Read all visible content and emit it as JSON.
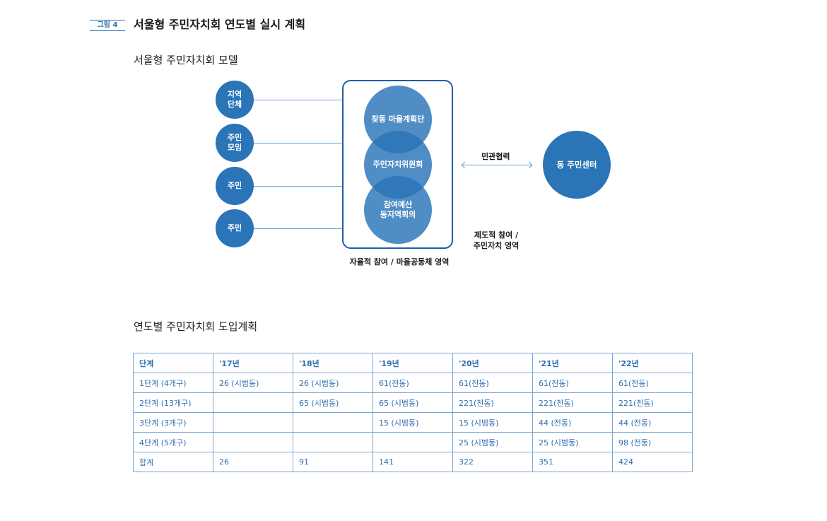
{
  "figure": {
    "badge": "그림 4",
    "title": "서울형 주민자치회 연도별 실시 계획"
  },
  "model": {
    "title": "서울형 주민자치회 모델",
    "left_nodes": [
      "지역\n단체",
      "주민\n모임",
      "주민",
      "주민"
    ],
    "stack": [
      "찾동 마을계획단",
      "주민자치위원회",
      "참여예산\n동지역회의"
    ],
    "arrow_label": "민관협력",
    "right_node": "동 주민센터",
    "institutional_caption": "제도적 참여 /\n주민자치 영역",
    "autonomous_caption": "자율적 참여 / 마을공동체 영역"
  },
  "plan": {
    "title": "연도별 주민자치회 도입계획",
    "headers": [
      "단계",
      "'17년",
      "'18년",
      "'19년",
      "'20년",
      "'21년",
      "'22년"
    ],
    "rows": [
      [
        "1단계 (4개구)",
        "26 (시범동)",
        "26 (시범동)",
        "61(전동)",
        "61(전동)",
        "61(전동)",
        "61(전동)"
      ],
      [
        "2단계 (13개구)",
        "",
        "65 (시범동)",
        "65 (시범동)",
        "221(전동)",
        "221(전동)",
        "221(전동)"
      ],
      [
        "3단계 (3개구)",
        "",
        "",
        "15 (시범동)",
        "15 (시범동)",
        "44 (전동)",
        "44 (전동)"
      ],
      [
        "4단계 (5개구)",
        "",
        "",
        "",
        "25 (시범동)",
        "25 (시범동)",
        "98 (전동)"
      ],
      [
        "합계",
        "26",
        "91",
        "141",
        "322",
        "351",
        "424"
      ]
    ]
  }
}
